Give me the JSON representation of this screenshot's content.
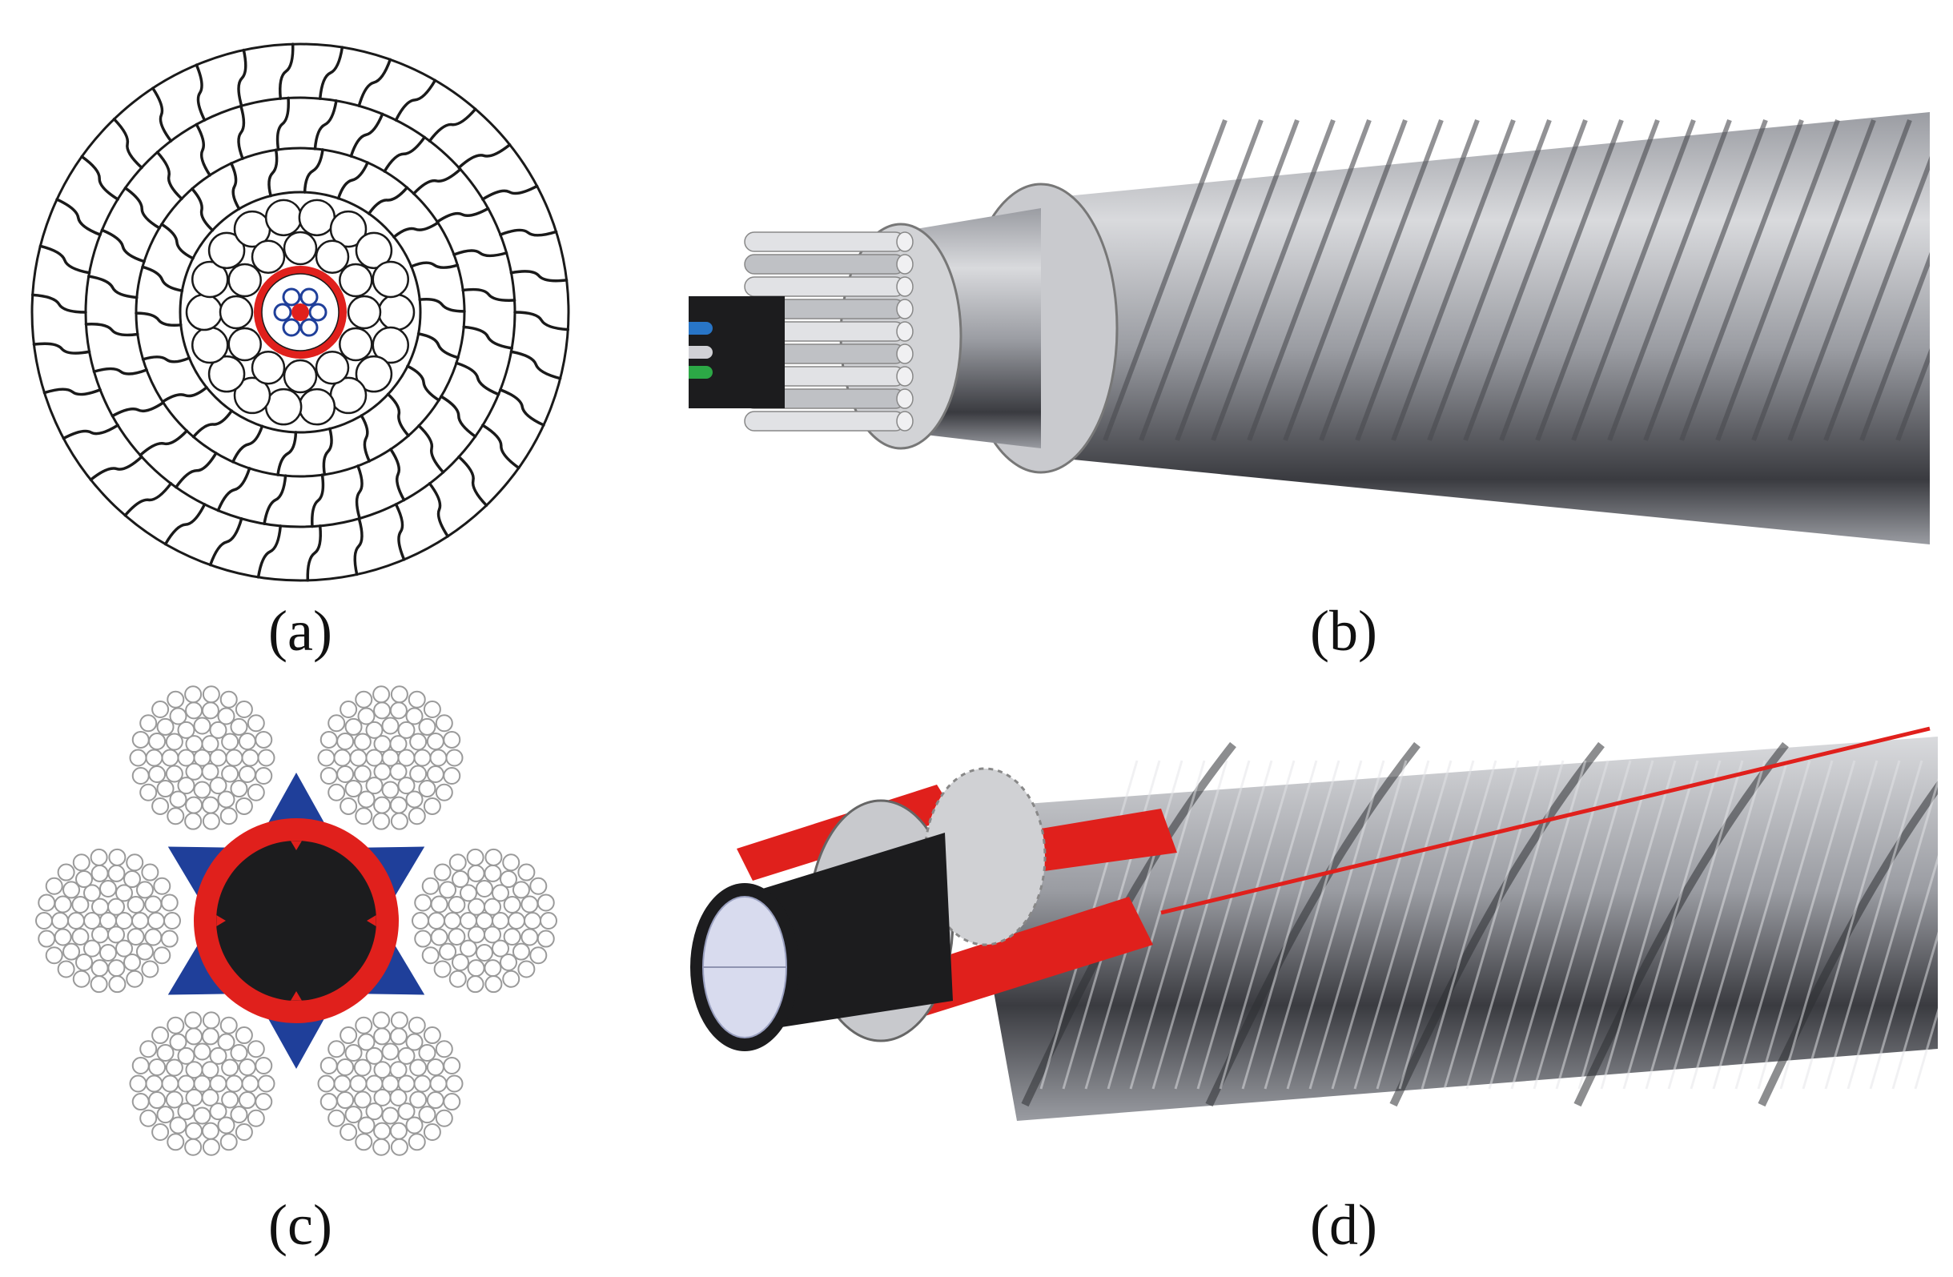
{
  "figure": {
    "panels": [
      {
        "id": "a",
        "label": "(a)"
      },
      {
        "id": "b",
        "label": "(b)"
      },
      {
        "id": "c",
        "label": "(c)"
      },
      {
        "id": "d",
        "label": "(d)"
      }
    ],
    "colors": {
      "outline": "#1a1a1a",
      "red": "#e0201c",
      "blue": "#1f3f9a",
      "steel_light": "#d9dadd",
      "steel_mid": "#9a9ca2",
      "steel_dark": "#3a3b40",
      "core_black": "#1c1c1e",
      "strand_outline": "#9a9a9a"
    }
  }
}
